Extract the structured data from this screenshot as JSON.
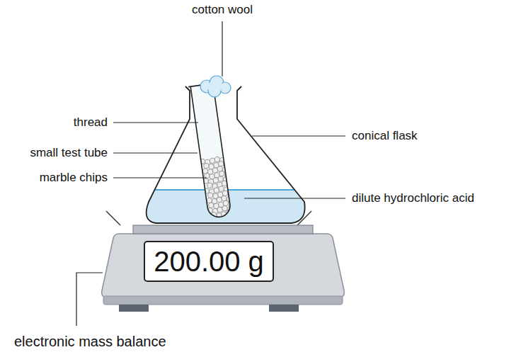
{
  "diagram": {
    "nodes": [
      {
        "text": [
          "200.00 g"
        ]
      }
    ],
    "labels": [
      "cotton wool",
      "thread",
      "small test tube",
      "marble chips",
      "conical flask",
      "dilute hydrochloric acid",
      "electronic mass balance"
    ]
  }
}
